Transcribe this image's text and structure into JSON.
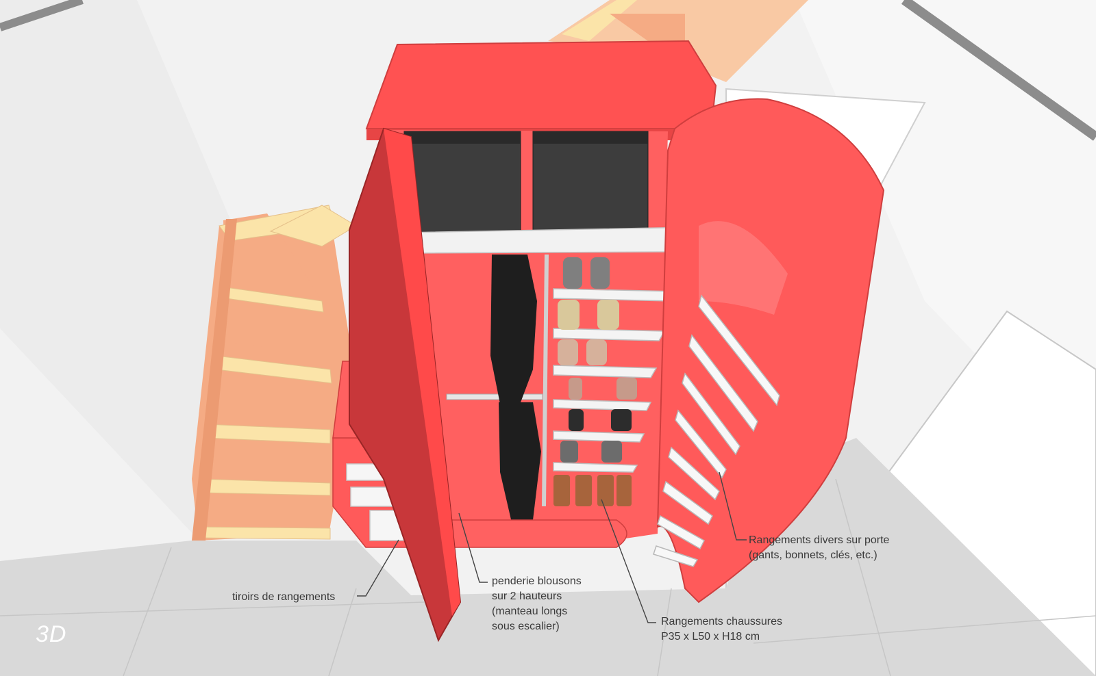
{
  "view_mode": "3D",
  "annotations": {
    "tiroirs": "tiroirs de rangements",
    "penderie": [
      "penderie blousons",
      "sur 2 hauteurs",
      "(manteau longs",
      "sous escalier)"
    ],
    "chaussures": [
      "Rangements chaussures",
      "P35 x L50 x H18 cm"
    ],
    "divers": [
      "Rangements divers sur porte",
      "(gants, bonnets, clés, etc.)"
    ]
  },
  "colors": {
    "cabinet_red": "#ff5252",
    "cabinet_dark_red": "#c8373a",
    "stair_tread": "#f5ab84",
    "stair_riser": "#fbe4a9",
    "floor": "#dcdcdc",
    "storage_box": "#3d3d3d"
  }
}
